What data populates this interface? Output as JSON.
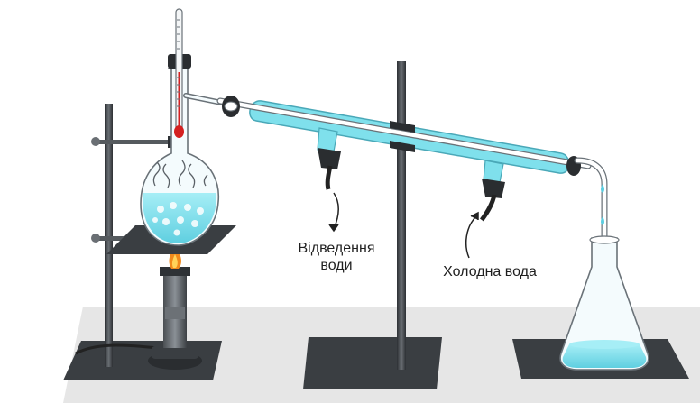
{
  "labels": {
    "water_outlet_line1": "Відведення",
    "water_outlet_line2": "води",
    "cold_water": "Холодна вода"
  },
  "colors": {
    "water": "#7fe0ec",
    "water_deep": "#4fc6d9",
    "glass_outline": "#6a7278",
    "stand_dark": "#3a3e42",
    "bench": "#e6e6e6",
    "flame": "#f08a1c",
    "thermometer_red": "#d42020"
  }
}
